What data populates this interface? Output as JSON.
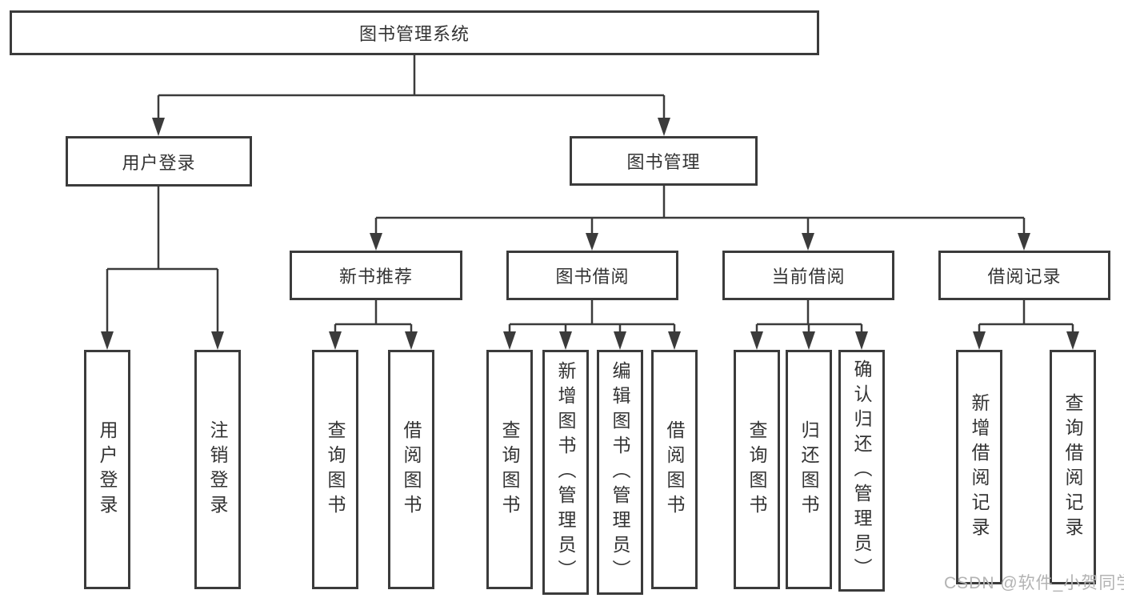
{
  "diagram": {
    "root": {
      "label": "图书管理系统"
    },
    "level2": [
      {
        "label": "用户登录"
      },
      {
        "label": "图书管理"
      }
    ],
    "level3": [
      {
        "label": "新书推荐"
      },
      {
        "label": "图书借阅"
      },
      {
        "label": "当前借阅"
      },
      {
        "label": "借阅记录"
      }
    ],
    "leaves": {
      "user_login": [
        {
          "label": "用户登录"
        },
        {
          "label": "注销登录"
        }
      ],
      "new_book": [
        {
          "label": "查询图书"
        },
        {
          "label": "借阅图书"
        }
      ],
      "book_borrow": [
        {
          "label": "查询图书"
        },
        {
          "label": "新增图书（管理员）"
        },
        {
          "label": "编辑图书（管理员）"
        },
        {
          "label": "借阅图书"
        }
      ],
      "current_borrow": [
        {
          "label": "查询图书"
        },
        {
          "label": "归还图书"
        },
        {
          "label": "确认归还（管理员）"
        }
      ],
      "borrow_record": [
        {
          "label": "新增借阅记录"
        },
        {
          "label": "查询借阅记录"
        }
      ]
    }
  },
  "watermark": {
    "text": "CSDN @软件_小贺同学"
  },
  "colors": {
    "line": "#3b3b3b",
    "box_border": "#3b3b3b",
    "text": "#333333",
    "watermark": "#b3b3b3",
    "background": "#ffffff"
  }
}
